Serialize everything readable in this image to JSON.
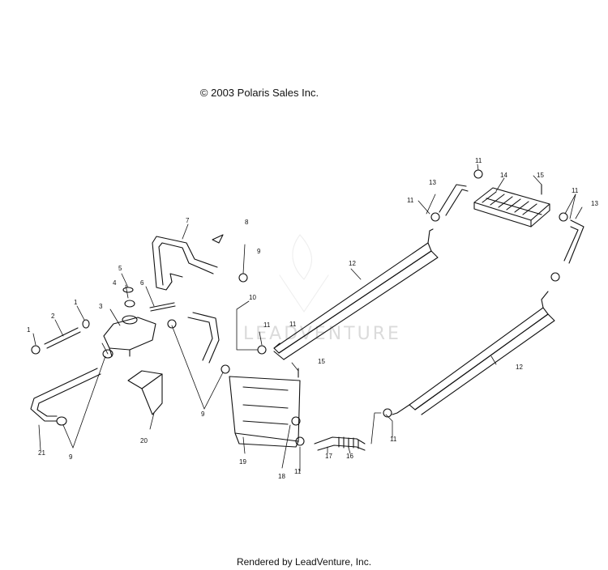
{
  "copyright": "© 2003 Polaris Sales Inc.",
  "footer": "Rendered by LeadVenture, Inc.",
  "watermark": "LEADVENTURE",
  "callouts": [
    "1",
    "1",
    "2",
    "3",
    "4",
    "5",
    "6",
    "7",
    "8",
    "9",
    "9",
    "9",
    "10",
    "11",
    "11",
    "11",
    "11",
    "11",
    "11",
    "11",
    "12",
    "12",
    "13",
    "13",
    "14",
    "15",
    "15",
    "16",
    "17",
    "18",
    "19",
    "20",
    "21"
  ]
}
